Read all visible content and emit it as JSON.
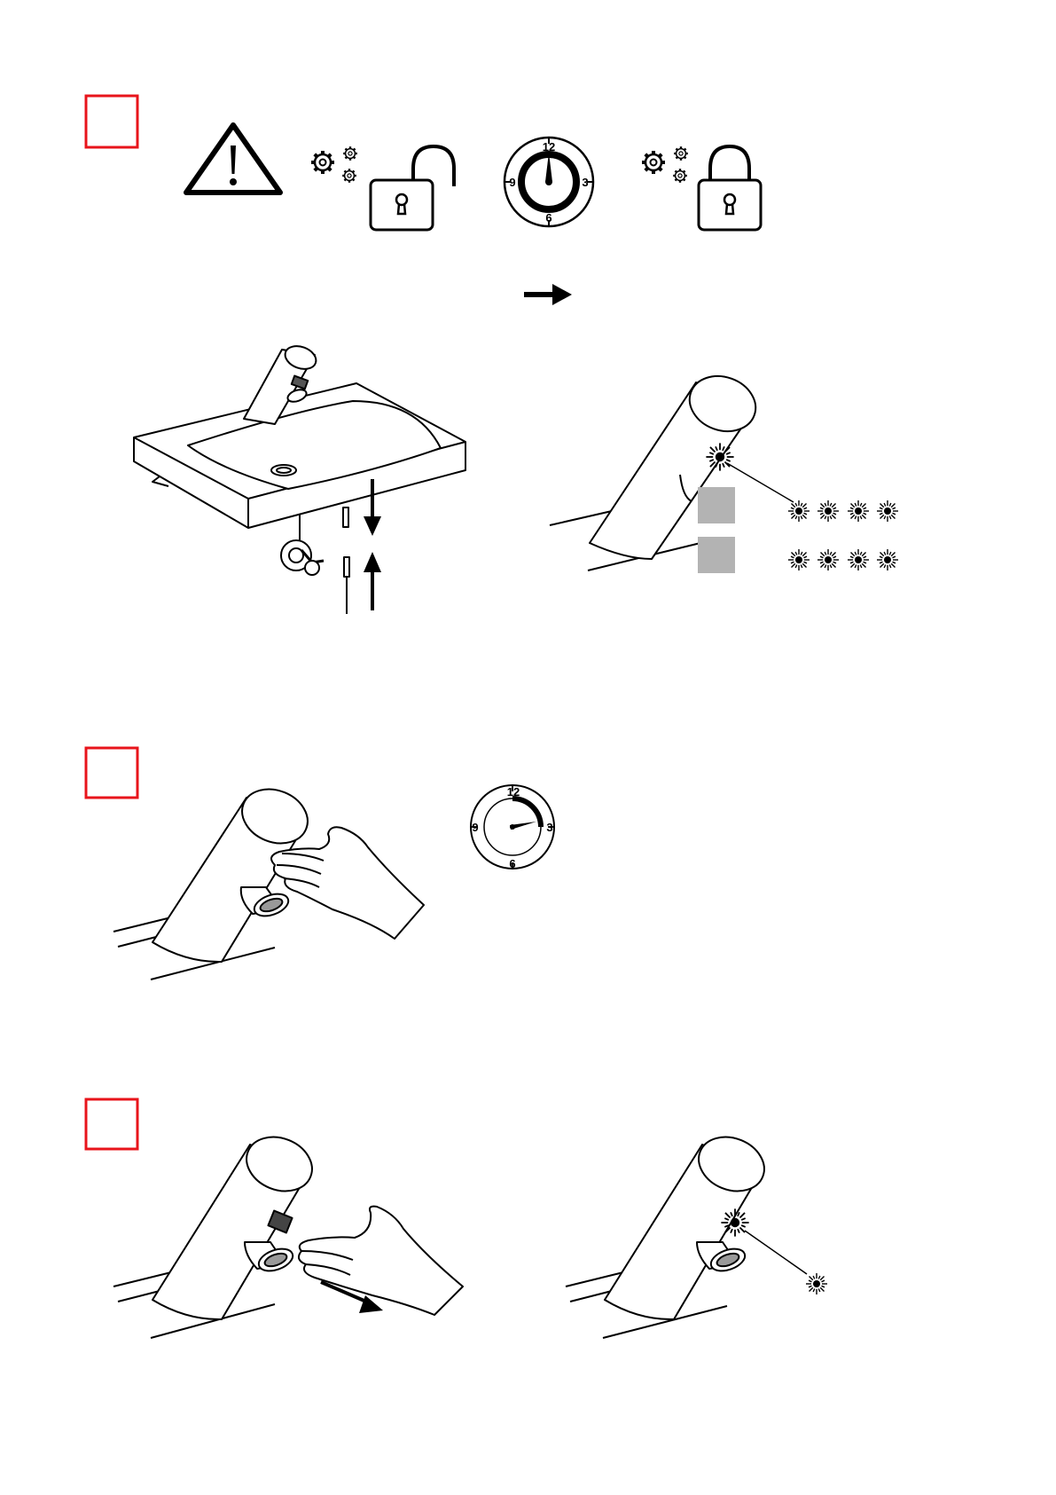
{
  "colors": {
    "step_box": "#e8141b",
    "ink": "#000000",
    "indicator_gray": "#b3b3b3"
  },
  "steps": [
    {
      "id": "step-1",
      "label": ""
    },
    {
      "id": "step-2",
      "label": ""
    },
    {
      "id": "step-3",
      "label": ""
    }
  ],
  "clock_numbers": [
    "12",
    "3",
    "6",
    "9"
  ],
  "icons": {
    "step1": [
      "warning-icon",
      "gears-icon",
      "unlocked-padlock-icon",
      "clock-icon",
      "gears-icon",
      "locked-padlock-icon"
    ],
    "step2": [
      "clock-icon"
    ],
    "step3": [
      "blink-icon"
    ]
  },
  "blink_rows": [
    {
      "name": "blink-row-1",
      "count": 4
    },
    {
      "name": "blink-row-2",
      "count": 4
    }
  ]
}
